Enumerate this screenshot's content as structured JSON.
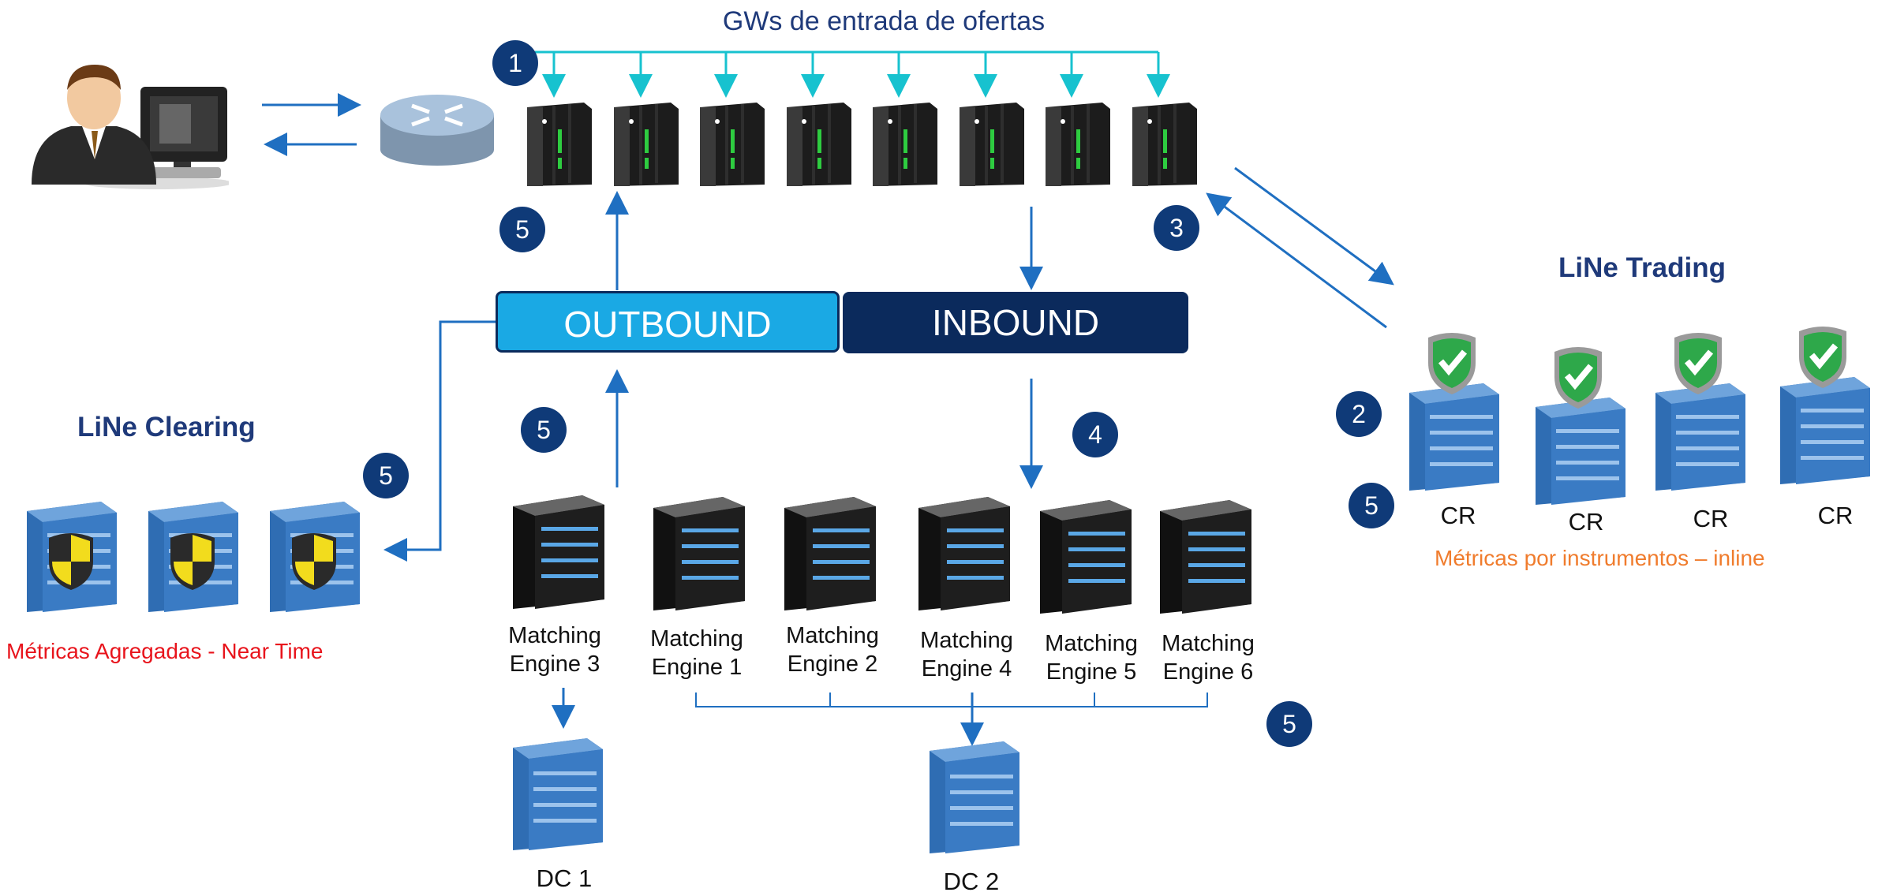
{
  "title": "GWs de entrada de ofertas",
  "outbound": "OUTBOUND",
  "inbound": "INBOUND",
  "clearing": {
    "title": "LiNe Clearing",
    "metrics": "Métricas Agregadas - Near Time"
  },
  "trading": {
    "title": "LiNe Trading",
    "metrics": "Métricas por instrumentos – inline",
    "cr_labels": [
      "CR",
      "CR",
      "CR",
      "CR"
    ]
  },
  "engines": {
    "me3": [
      "Matching",
      "Engine 3"
    ],
    "me1": [
      "Matching",
      "Engine 1"
    ],
    "me2": [
      "Matching",
      "Engine 2"
    ],
    "me4": [
      "Matching",
      "Engine 4"
    ],
    "me5": [
      "Matching",
      "Engine 5"
    ],
    "me6": [
      "Matching",
      "Engine 6"
    ]
  },
  "dc1": "DC 1",
  "dc2": "DC 2",
  "badges": {
    "b1": "1",
    "b2": "2",
    "b3": "3",
    "b4": "4",
    "b5_gw": "5",
    "b5_out": "5",
    "b5_clear": "5",
    "b5_trade": "5",
    "b5_dc": "5"
  },
  "colors": {
    "badge": "#0f3a78",
    "outbound": "#1aa9e4",
    "inbound": "#0b2a5c",
    "arrow": "#1f6fc1",
    "cyan": "#17c2cf",
    "clearing_metrics": "#e8141c",
    "trading_metrics": "#f07c2d"
  }
}
